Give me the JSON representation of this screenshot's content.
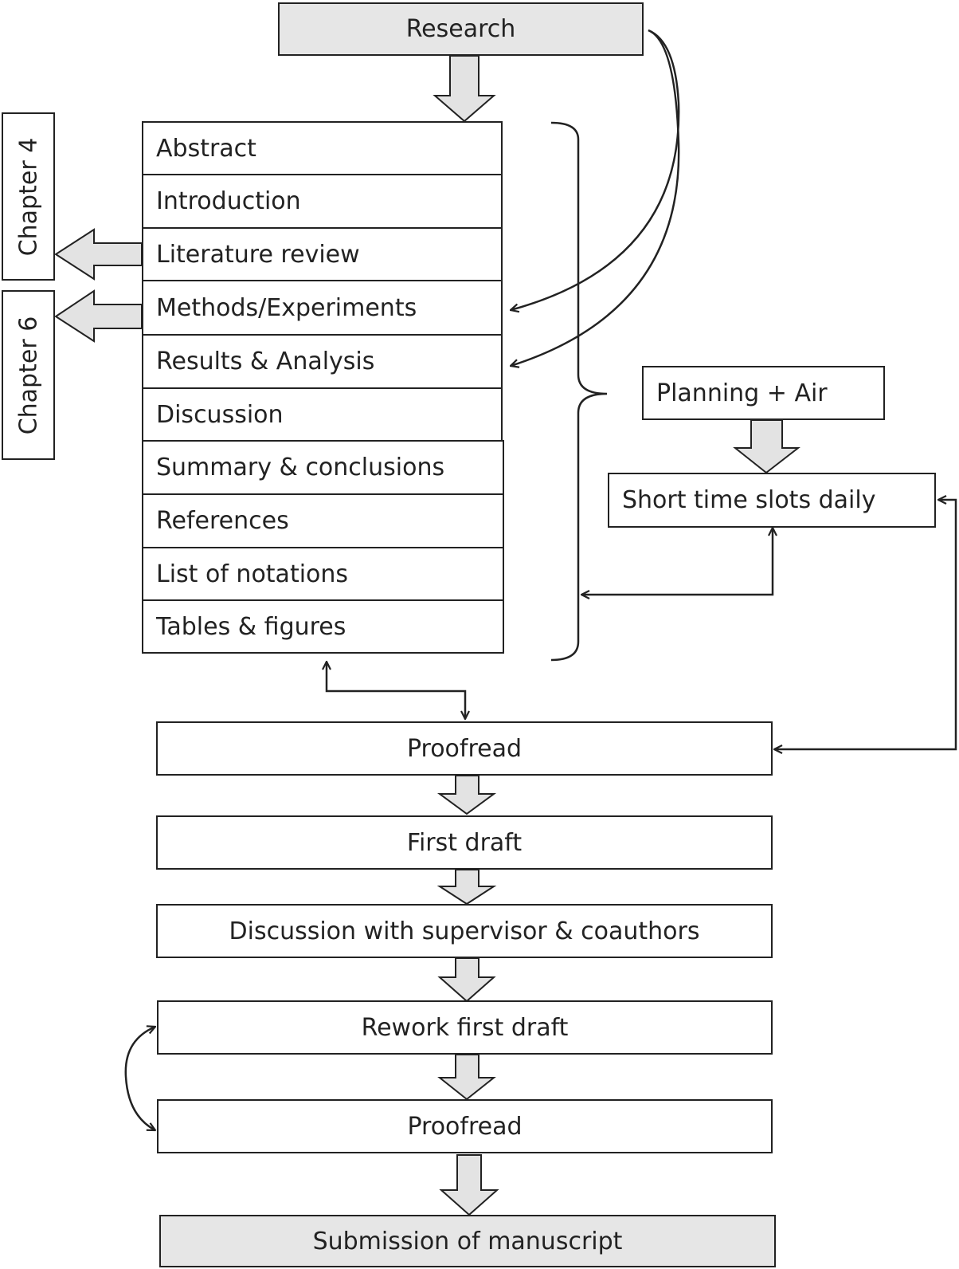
{
  "top": {
    "research": "Research"
  },
  "sections": [
    "Abstract",
    "Introduction",
    "Literature review",
    "Methods/Experiments",
    "Results & Analysis",
    "Discussion",
    "Summary & conclusions",
    "References",
    "List of notations",
    "Tables & figures"
  ],
  "side": {
    "chapter_4": "Chapter 4",
    "chapter_6": "Chapter 6"
  },
  "planning": {
    "planning_air": "Planning + Air",
    "short_slots": "Short time slots daily"
  },
  "flow": {
    "proofread_1": "Proofread",
    "first_draft": "First draft",
    "discussion": "Discussion with supervisor & coauthors",
    "rework": "Rework first draft",
    "proofread_2": "Proofread",
    "submission": "Submission of manuscript"
  }
}
